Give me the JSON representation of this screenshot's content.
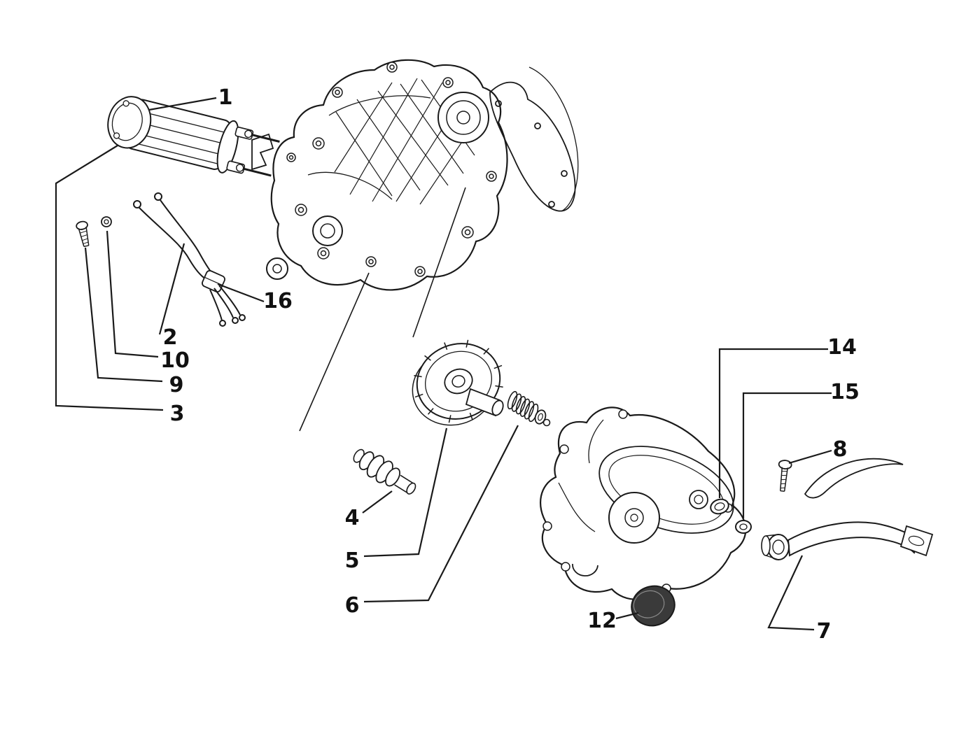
{
  "diagram": {
    "colors": {
      "line": "#1a1a1a",
      "background": "#ffffff",
      "cap_fill": "#3a3a3a"
    },
    "callouts": [
      {
        "label": "1"
      },
      {
        "label": "2"
      },
      {
        "label": "3"
      },
      {
        "label": "4"
      },
      {
        "label": "5"
      },
      {
        "label": "6"
      },
      {
        "label": "7"
      },
      {
        "label": "8"
      },
      {
        "label": "9"
      },
      {
        "label": "10"
      },
      {
        "label": "12"
      },
      {
        "label": "14"
      },
      {
        "label": "15"
      },
      {
        "label": "16"
      }
    ]
  }
}
